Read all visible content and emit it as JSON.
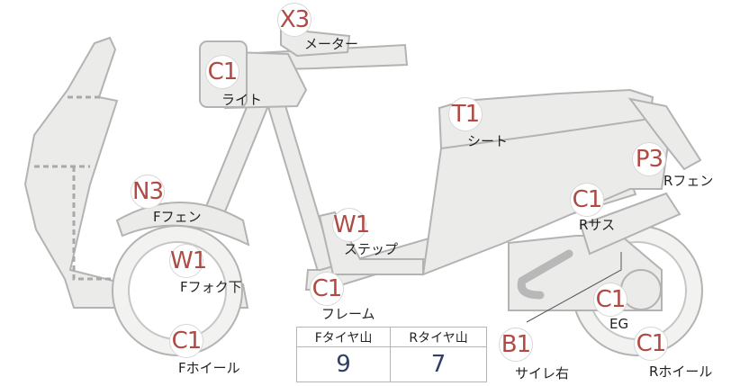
{
  "parts": [
    {
      "id": "meter",
      "code": "X3",
      "label": "メーター"
    },
    {
      "id": "light",
      "code": "C1",
      "label": "ライト"
    },
    {
      "id": "seat",
      "code": "T1",
      "label": "シート"
    },
    {
      "id": "rear-fender",
      "code": "P3",
      "label": "Rフェン"
    },
    {
      "id": "front-fender",
      "code": "N3",
      "label": "Fフェン"
    },
    {
      "id": "rear-suspension",
      "code": "C1",
      "label": "Rサス"
    },
    {
      "id": "step",
      "code": "W1",
      "label": "ステップ"
    },
    {
      "id": "front-fork-lower",
      "code": "W1",
      "label": "Fフォク下"
    },
    {
      "id": "frame",
      "code": "C1",
      "label": "フレーム"
    },
    {
      "id": "engine",
      "code": "C1",
      "label": "EG"
    },
    {
      "id": "front-wheel",
      "code": "C1",
      "label": "Fホイール"
    },
    {
      "id": "rear-wheel",
      "code": "C1",
      "label": "Rホイール"
    },
    {
      "id": "side-cover-right",
      "code": "B1",
      "label": "サイレ右"
    }
  ],
  "tire_table": {
    "headers": [
      "Fタイヤ山",
      "Rタイヤ山"
    ],
    "values": [
      "9",
      "7"
    ]
  },
  "colors": {
    "part_fill": "#ebebea",
    "part_stroke": "#b3b3b3",
    "badge_text": "#b04a44",
    "table_value": "#2f3f6a"
  }
}
